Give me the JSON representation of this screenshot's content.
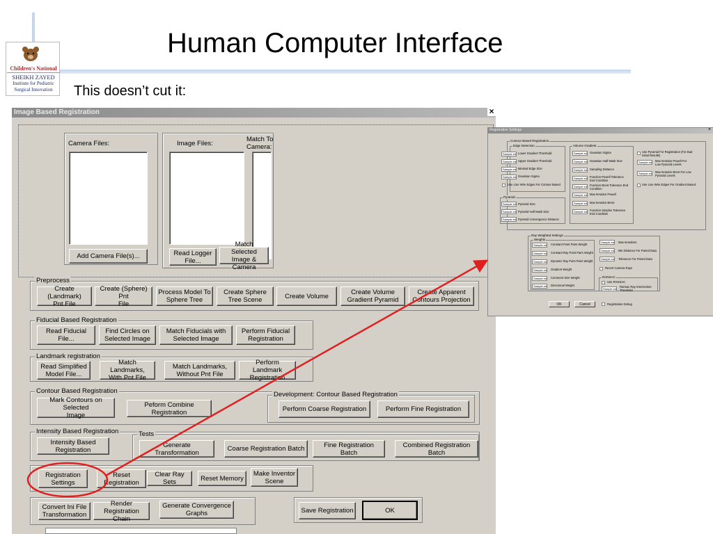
{
  "slide": {
    "title": "Human Computer Interface",
    "subtitle": "This doesn’t cut it:",
    "logo": {
      "line1": "Children's National",
      "line2": "SHEIKH ZAYED",
      "line3": "Institute for Pediatric",
      "line4": "Surgical Innovation"
    }
  },
  "colors": {
    "accent_line": "#c4d5ec",
    "arrow": "#e02020",
    "dialog_bg": "#d4d0c8"
  },
  "main_dialog": {
    "title": "Image Based Registration",
    "close_glyph": "×",
    "files": {
      "camera_label": "Camera Files:",
      "image_label": "Image Files:",
      "match_label": "Match To\nCamera:",
      "add_camera": "Add Camera File(s)...",
      "read_logger": "Read Logger\nFile...",
      "match_selected": "Match Selected\nImage & Camera"
    },
    "preprocess": {
      "label": "Preprocess",
      "buttons": [
        "Create (Landmark)\nPnt File",
        "Create (Sphere) Pnt\nFile",
        "Process Model To\nSphere Tree",
        "Create Sphere\nTree Scene",
        "Create Volume",
        "Create Volume\nGradient Pyramid",
        "Create Apparent\nContours Projection"
      ]
    },
    "fiducial": {
      "label": "Fiducial Based Registration",
      "buttons": [
        "Read Fiducial File...",
        "Find Circles on\nSelected Image",
        "Match Fiducials with\nSelected Image",
        "Perform Fiducial\nRegistration"
      ]
    },
    "landmark": {
      "label": "Landmark registration",
      "buttons": [
        "Read Simplified\nModel File...",
        "Match Landmarks,\nWith Pnt File",
        "Match Landmarks,\nWithout Pnt File",
        "Perform Landmark\nRegistration"
      ]
    },
    "contour": {
      "label": "Contour Based Registration",
      "buttons": [
        "Mark Contours on Selected\nImage",
        "Peform Combine Registration"
      ],
      "dev_label": "Development: Contour Based Registration",
      "dev_buttons": [
        "Perform Coarse Registration",
        "Perform Fine Registration"
      ]
    },
    "intensity": {
      "label": "Intensity Based Registration",
      "button": "Intensity Based\nRegistration",
      "tests_label": "Tests",
      "tests_buttons": [
        "Generate Transformation",
        "Coarse Registration Batch",
        "Fine Registration Batch",
        "Combined Registration Batch"
      ]
    },
    "misc": {
      "buttons": [
        "Registration\nSettings",
        "Reset\nRegistration",
        "Clear Ray Sets",
        "Reset Memory",
        "Make Inventor\nScene"
      ]
    },
    "bottom": {
      "buttons": [
        "Convert Ini File\nTransformation",
        "Render Registration\nChain",
        "Generate Convergence\nGraphs"
      ],
      "save": "Save Registration",
      "ok": "OK"
    }
  },
  "settings_dialog": {
    "title": "Registration Settings",
    "close_glyph": "×",
    "field_value": "Sample edit",
    "contour_label": "Contour Based Registration",
    "edge_label": "Edge Detection",
    "edge_items": [
      "Lower Gradient Threshold",
      "Upper Gradient Threshold",
      "Minimal Edge Size",
      "Gaussian Sigma"
    ],
    "edge_check": "Use Line Wire Edges For Contour Based",
    "pyramid_label": "Pyramid",
    "pyramid_items": [
      "Pyramid Size",
      "Pyramid Half Mask Size",
      "Pyramid Convergence Distance"
    ],
    "volgrad_label": "Volume Gradient",
    "volgrad_items": [
      "Gaussian Sigma",
      "Gaussian Half Mask Size",
      "Sampling Distance",
      "Function Powell Tolerance\nEnd Condition",
      "Function Brent Tolerance End\nCondition",
      "Max Iteration Powell",
      "Max Iteration Brent",
      "Function Simplex Tolerance\nEnd Condition"
    ],
    "right_items": [
      "Use Pyramid For Registration (For Bad\nInitial Results)",
      "Max Iteration Powell For\nLow Pyramid Levels",
      "Max Iteration Brent For Low\nPyramid Levels",
      "Use Line Wire Edges For Gradient Based"
    ],
    "ray_label": "Ray Weighted Settings",
    "weights_label": "Weights",
    "weight_items": [
      "Constant Point Pairs Weight",
      "Constant Ray Point Pairs Weight",
      "Dynamic Ray Point Pairs Weight",
      "Gradient Weight",
      "Comment Size Weight",
      "Directional Weight"
    ],
    "iter_items": [
      "Max Iterations",
      "Min Distance For Paired Data",
      "Tolerance For Paired Data"
    ],
    "revert": "Revert Camera Rays",
    "ransac_label": "RANSAC",
    "use_ransac": "Use RANSAC",
    "ransac_item": "Ransac Ray Intersection\nThreshold",
    "ok": "OK",
    "cancel": "Cancel",
    "debug": "Registration Debug"
  }
}
